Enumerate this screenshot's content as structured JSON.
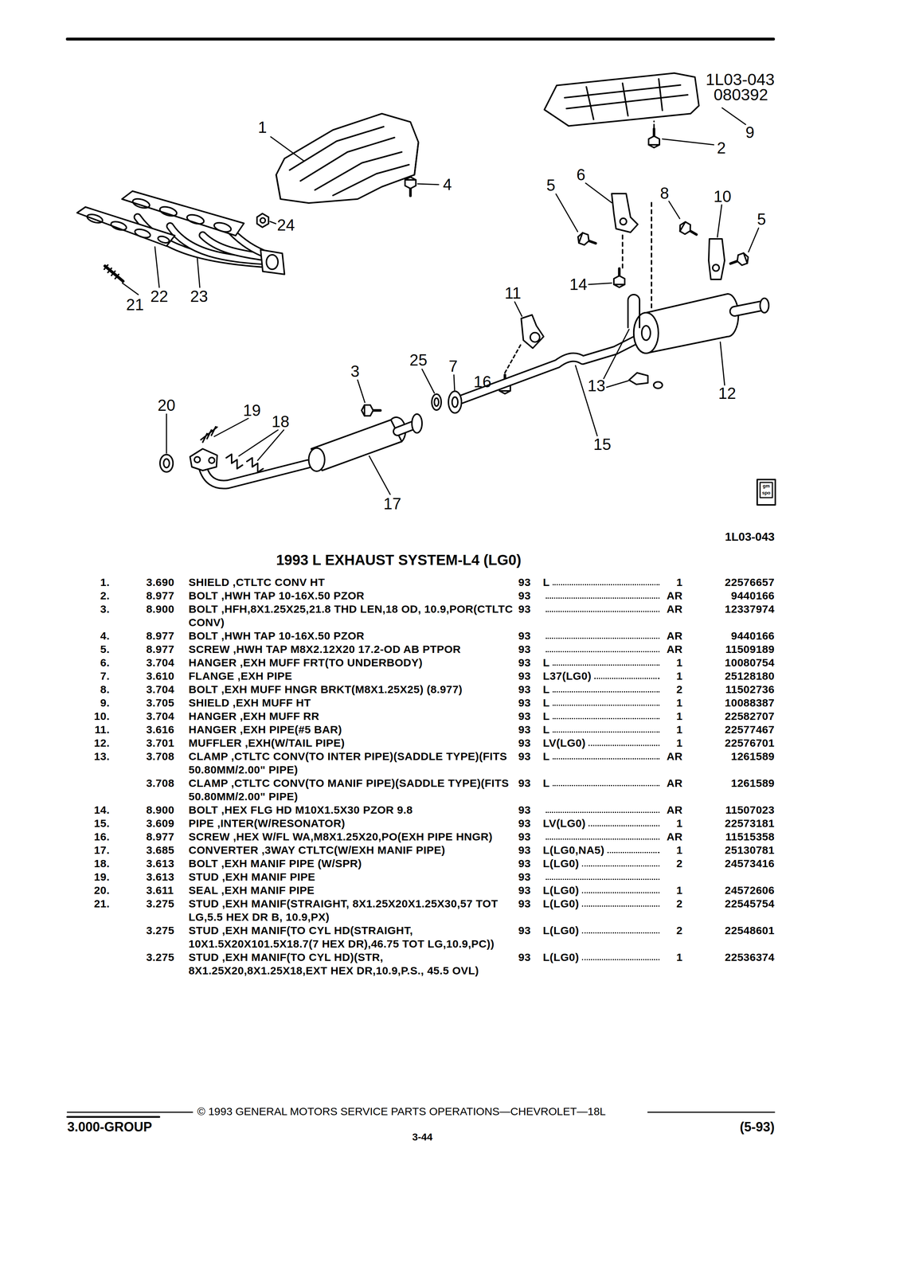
{
  "diagram": {
    "title": "1993 L EXHAUST SYSTEM-L4 (LG0)",
    "labels": [
      "1L03-043",
      "080392",
      "1",
      "24",
      "4",
      "21",
      "22",
      "23",
      "9",
      "2",
      "6",
      "5",
      "8",
      "10",
      "5",
      "14",
      "11",
      "25",
      "7",
      "3",
      "16",
      "13",
      "12",
      "15",
      "20",
      "19",
      "18",
      "17",
      "1L03-043",
      "gm",
      "spo",
      "1.",
      "3.690",
      "SHIELD ,CTLTC CONV HT",
      "93",
      "L",
      "1",
      "22576657",
      "2.",
      "8.977",
      "BOLT ,HWH TAP 10-16X.50 PZOR",
      "93",
      "AR",
      "9440166",
      "3.",
      "8.900",
      "BOLT ,HFH,8X1.25X25,21.8 THD LEN,18 OD, 10.9,POR(CTLTC CONV)",
      "93",
      "AR",
      "12337974",
      "4.",
      "8.977",
      "BOLT ,HWH TAP 10-16X.50 PZOR",
      "93",
      "AR",
      "9440166",
      "5.",
      "8.977",
      "SCREW ,HWH TAP M8X2.12X20 17.2-OD AB PTPOR",
      "93",
      "AR",
      "11509189",
      "6.",
      "3.704",
      "HANGER ,EXH MUFF FRT(TO UNDERBODY)",
      "93",
      "L",
      "1",
      "10080754",
      "7.",
      "3.610",
      "FLANGE ,EXH PIPE",
      "93",
      "L37(LG0)",
      "1",
      "25128180",
      "8.",
      "3.704",
      "BOLT ,EXH MUFF HNGR BRKT(M8X1.25X25) (8.977)",
      "93",
      "L",
      "2",
      "11502736",
      "9.",
      "3.705",
      "SHIELD ,EXH MUFF HT",
      "93",
      "L",
      "1",
      "10088387",
      "10.",
      "3.704",
      "HANGER ,EXH MUFF RR",
      "93",
      "L",
      "1",
      "22582707",
      "11.",
      "3.616",
      "HANGER ,EXH PIPE(#5 BAR)",
      "93",
      "L",
      "1",
      "22577467",
      "12.",
      "3.701",
      "MUFFLER ,EXH(W/TAIL PIPE)",
      "93",
      "LV(LG0)",
      "1",
      "22576701",
      "13.",
      "3.708",
      "CLAMP ,CTLTC CONV(TO INTER PIPE)(SADDLE TYPE)(FITS 50.80MM/2.00\" PIPE)",
      "93",
      "L",
      "AR",
      "1261589",
      "3.708",
      "CLAMP ,CTLTC CONV(TO MANIF PIPE)(SADDLE TYPE)(FITS 50.80MM/2.00\" PIPE)",
      "93",
      "L",
      "AR",
      "1261589",
      "14.",
      "8.900",
      "BOLT ,HEX FLG HD M10X1.5X30 PZOR 9.8",
      "93",
      "AR",
      "11507023",
      "15.",
      "3.609",
      "PIPE ,INTER(W/RESONATOR)",
      "93",
      "LV(LG0)",
      "1",
      "22573181",
      "16.",
      "8.977",
      "SCREW ,HEX W/FL WA,M8X1.25X20,PO(EXH PIPE HNGR)",
      "93",
      "AR",
      "11515358",
      "17.",
      "3.685",
      "CONVERTER ,3WAY CTLTC(W/EXH MANIF PIPE)",
      "93",
      "L(LG0,NA5)",
      "1",
      "25130781",
      "18.",
      "3.613",
      "BOLT ,EXH MANIF PIPE (W/SPR)",
      "93",
      "L(LG0)",
      "2",
      "24573416",
      "19.",
      "3.613",
      "STUD ,EXH MANIF PIPE",
      "93",
      "20.",
      "3.611",
      "SEAL ,EXH MANIF PIPE",
      "93",
      "L(LG0)",
      "1",
      "24572606",
      "21.",
      "3.275",
      "STUD ,EXH MANIF(STRAIGHT, 8X1.25X20X1.25X30,57 TOT LG,5.5 HEX DR B, 10.9,PX)",
      "93",
      "L(LG0)",
      "2",
      "22545754",
      "3.275",
      "STUD ,EXH MANIF(TO CYL HD(STRAIGHT, 10X1.5X20X101.5X18.7(7 HEX DR),46.75 TOT LG,10.9,PC))",
      "93",
      "L(LG0)",
      "2",
      "22548601",
      "3.275",
      "STUD ,EXH MANIF(TO CYL HD)(STR, 8X1.25X20,8X1.25X18,EXT HEX DR,10.9,P.S., 45.5 OVL)",
      "93",
      "L(LG0)",
      "1",
      "22536374",
      "© 1993 GENERAL MOTORS SERVICE PARTS OPERATIONS—CHEVROLET—18L",
      "3.000-GROUP",
      "3-44",
      "(5-93)"
    ]
  }
}
